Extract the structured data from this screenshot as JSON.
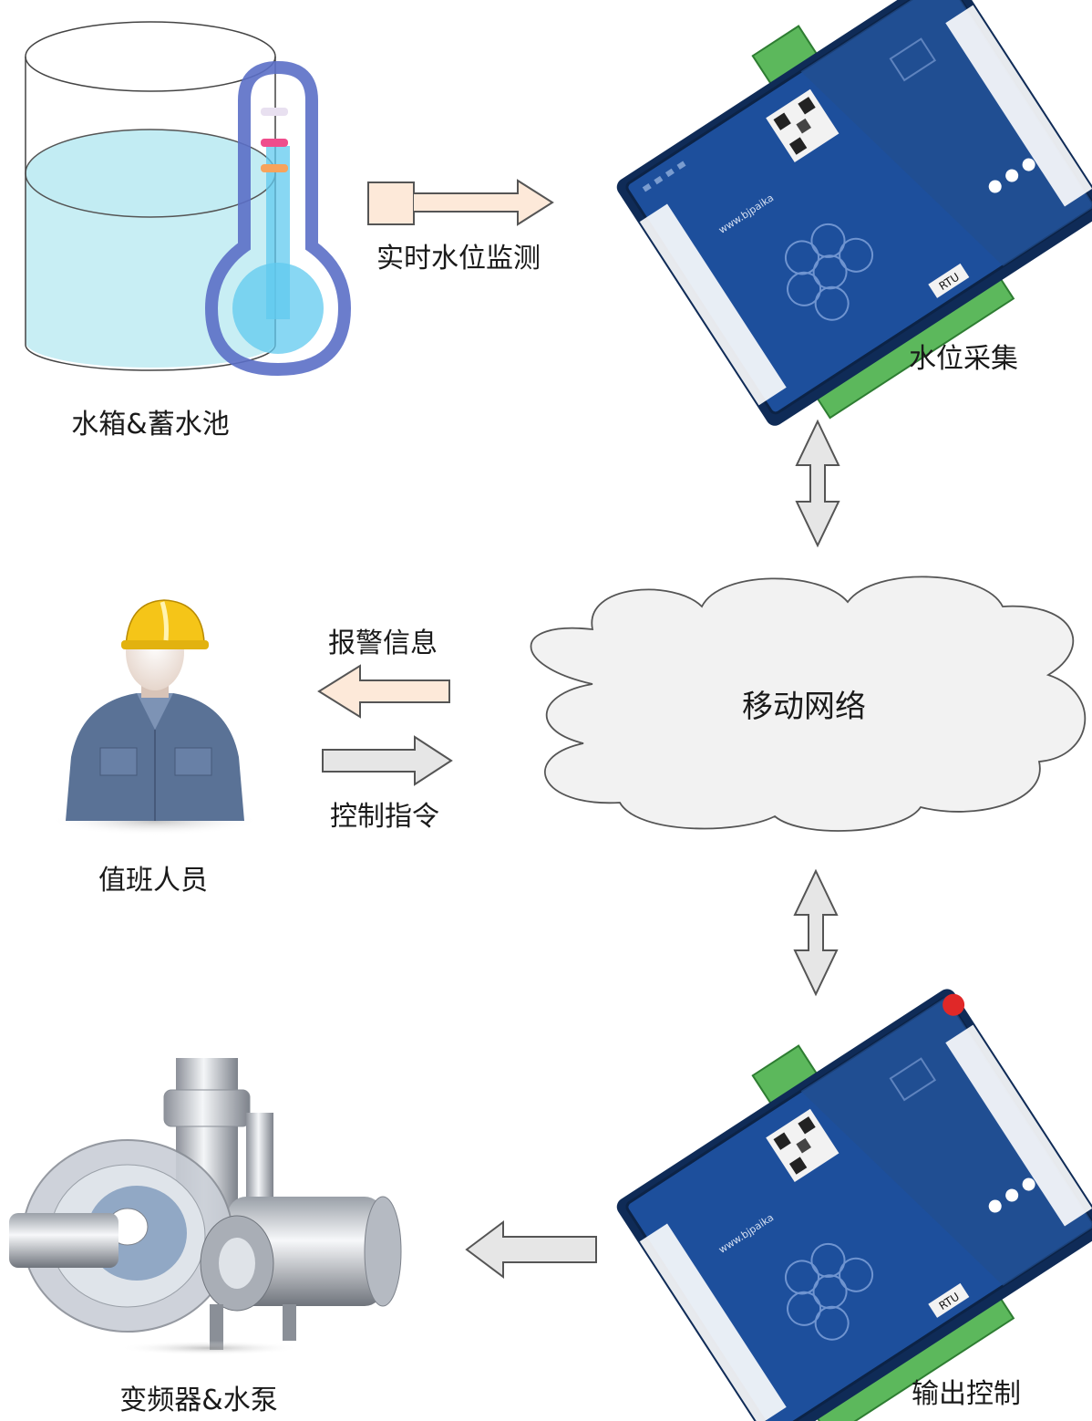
{
  "diagram": {
    "labels": {
      "tank": "水箱&蓄水池",
      "realtime_monitor": "实时水位监测",
      "water_level_collect": "水位采集",
      "network": "移动网络",
      "alarm_info": "报警信息",
      "control_command": "控制指令",
      "duty_staff": "值班人员",
      "output_control": "输出控制",
      "pump": "变频器&水泵"
    },
    "device": {
      "model": "RTU",
      "brand": "www.bjpaika"
    },
    "colors": {
      "arrow_peach_fill": "#fde9d9",
      "arrow_gray_fill": "#e6e6e6",
      "arrow_stroke": "#555555",
      "water": "#c8eef4",
      "thermometer": "#5b6fc7",
      "device_blue": "#1d4f9c",
      "terminal_green": "#4caf50",
      "cloud_fill": "#f2f2f2",
      "helmet": "#f5c518",
      "shirt": "#5a7296"
    }
  }
}
